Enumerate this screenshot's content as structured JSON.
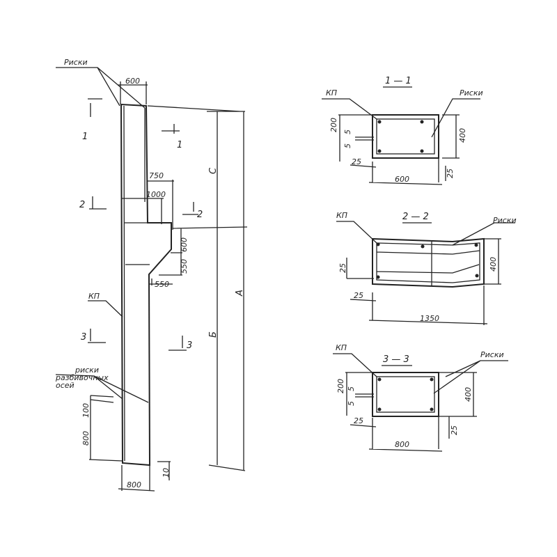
{
  "column": {
    "label_riski_top": "Риски",
    "w_top": "600",
    "sec1a": "1",
    "sec1b": "1",
    "d750": "750",
    "d1000": "1000",
    "sec2a": "2",
    "sec2b": "2",
    "d600": "600",
    "d550v": "550",
    "d550h": "550",
    "label_kp": "КП",
    "sec3a": "3",
    "sec3b": "3",
    "dim_c": "С",
    "dim_b": "Б",
    "dim_a": "А",
    "label_riski_axes_1": "риски",
    "label_riski_axes_2": "разбивочных",
    "label_riski_axes_3": "осей",
    "d100": "100",
    "d800v": "800",
    "w_bottom": "800",
    "d10": "10"
  },
  "sections": [
    {
      "title": "1 — 1",
      "kp": "КП",
      "riski": "Риски",
      "d200": "200",
      "d5a": "5",
      "d5b": "5",
      "d400": "400",
      "d25a": "25",
      "d25b": "25",
      "width": "600"
    },
    {
      "title": "2 — 2",
      "kp": "КП",
      "riski": "Риски",
      "d25a": "25",
      "d400": "400",
      "d25b": "25",
      "width": "1350"
    },
    {
      "title": "3 — 3",
      "kp": "КП",
      "riski": "Риски",
      "d200": "200",
      "d5a": "5",
      "d5b": "5",
      "d400": "400",
      "d25a": "25",
      "d25b": "25",
      "width": "800"
    }
  ]
}
